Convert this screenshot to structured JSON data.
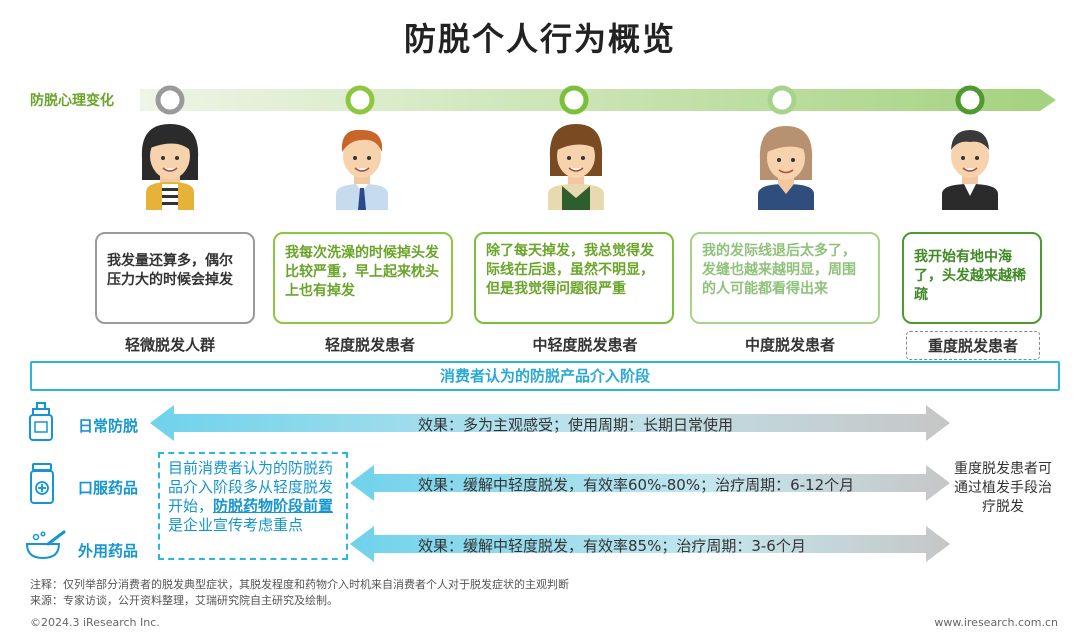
{
  "title": "防脱个人行为概览",
  "track_label": "防脱心理变化",
  "colors": {
    "track_start": "#e9f3dd",
    "track_end": "#9fd07a",
    "green": "#6aa52a",
    "gray": "#9a9a9a",
    "light_green": "#a7d38a",
    "blue": "#2bb7dc",
    "blue_text": "#1596d1",
    "arrow_blue": "#6fd2ec",
    "arrow_gray": "#c8c8c8"
  },
  "stages": [
    {
      "bubble": "我发量还算多，偶尔压力大的时候会掉发",
      "label": "轻微脱发人群",
      "avatar": "woman-dark-hair-avatar"
    },
    {
      "bubble": "我每次洗澡的时候掉头发比较严重，早上起来枕头上也有掉发",
      "label": "轻度脱发患者",
      "avatar": "man-ginger-hair-avatar"
    },
    {
      "bubble": "除了每天掉发，我总觉得发际线在后退，虽然不明显，但是我觉得问题很严重",
      "label": "中轻度脱发患者",
      "avatar": "woman-brown-hair-avatar"
    },
    {
      "bubble": "我的发际线退后太多了，发缝也越来越明显，周围的人可能都看得出来",
      "label": "中度脱发患者",
      "avatar": "woman-light-hair-avatar"
    },
    {
      "bubble": "我开始有地中海了，头发越来越稀疏",
      "label": "重度脱发患者",
      "avatar": "man-suit-avatar"
    }
  ],
  "banner": "消费者认为的防脱产品介入阶段",
  "rows": [
    {
      "label": "日常防脱",
      "icon": "bottle-icon",
      "text": "效果：多为主观感受；使用周期：长期日常使用"
    },
    {
      "label": "口服药品",
      "icon": "pill-bottle-icon",
      "text": "效果：缓解中轻度脱发，有效率60%-80%；治疗周期：6-12个月"
    },
    {
      "label": "外用药品",
      "icon": "mortar-icon",
      "text": "效果：缓解中轻度脱发，有效率85%；治疗周期：3-6个月"
    }
  ],
  "note": {
    "pre": "目前消费者认为的防脱药品介入阶段多从轻度脱发开始，",
    "emphasis": "防脱药物阶段前置",
    "post": "是企业宣传考虑重点"
  },
  "side_note": "重度脱发患者可通过植发手段治疗脱发",
  "footnotes": [
    "注释：仅列举部分消费者的脱发典型症状，其脱发程度和药物介入时机来自消费者个人对于脱发症状的主观判断",
    "来源：专家访谈，公开资料整理，艾瑞研究院自主研究及绘制。"
  ],
  "copyright": "©2024.3 iResearch Inc.",
  "site": "www.iresearch.com.cn"
}
